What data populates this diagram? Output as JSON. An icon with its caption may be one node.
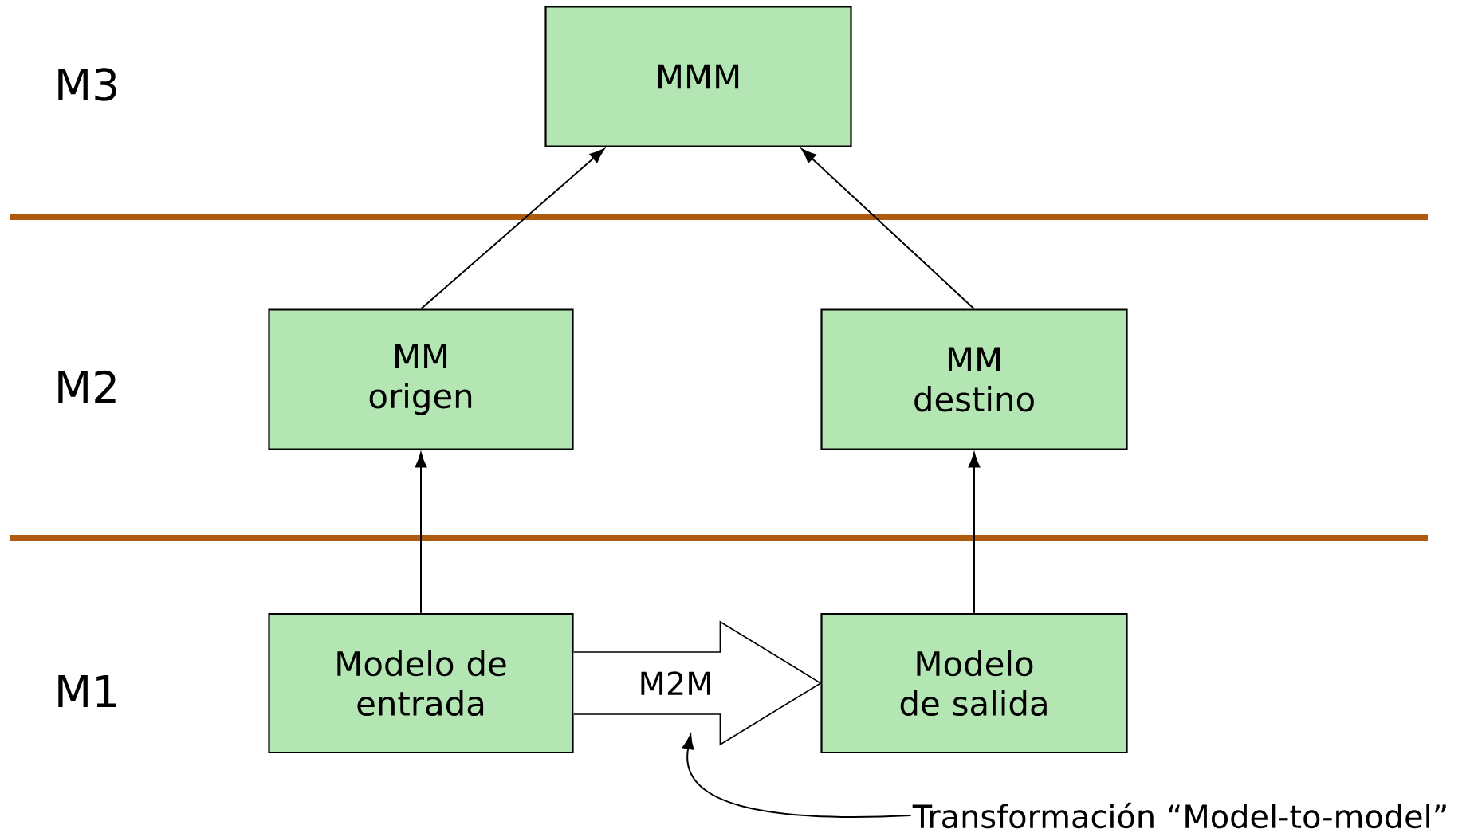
{
  "diagram": {
    "nodes": [
      {
        "text": [
          "MMM"
        ]
      },
      {
        "text": [
          "MM origen"
        ]
      },
      {
        "text": [
          "MM destino"
        ]
      },
      {
        "text": [
          "Modelo de entrada"
        ]
      },
      {
        "text": [
          "Modelo de salida"
        ]
      },
      {
        "text": [
          "Transformación “Model-to-model”"
        ]
      }
    ],
    "edges": [
      {
        "from": 1,
        "to": 0,
        "arrow": "to"
      },
      {
        "from": 2,
        "to": 0,
        "arrow": "to"
      },
      {
        "from": 3,
        "to": 1,
        "arrow": "to"
      },
      {
        "from": 4,
        "to": 2,
        "arrow": "to"
      },
      {
        "from": 3,
        "to": 4,
        "arrow": "to",
        "label": "M2M",
        "style": "thick"
      },
      {
        "from": 5,
        "to": null,
        "arrow": "to"
      }
    ],
    "labels": [
      "M3",
      "M2",
      "M1"
    ]
  }
}
